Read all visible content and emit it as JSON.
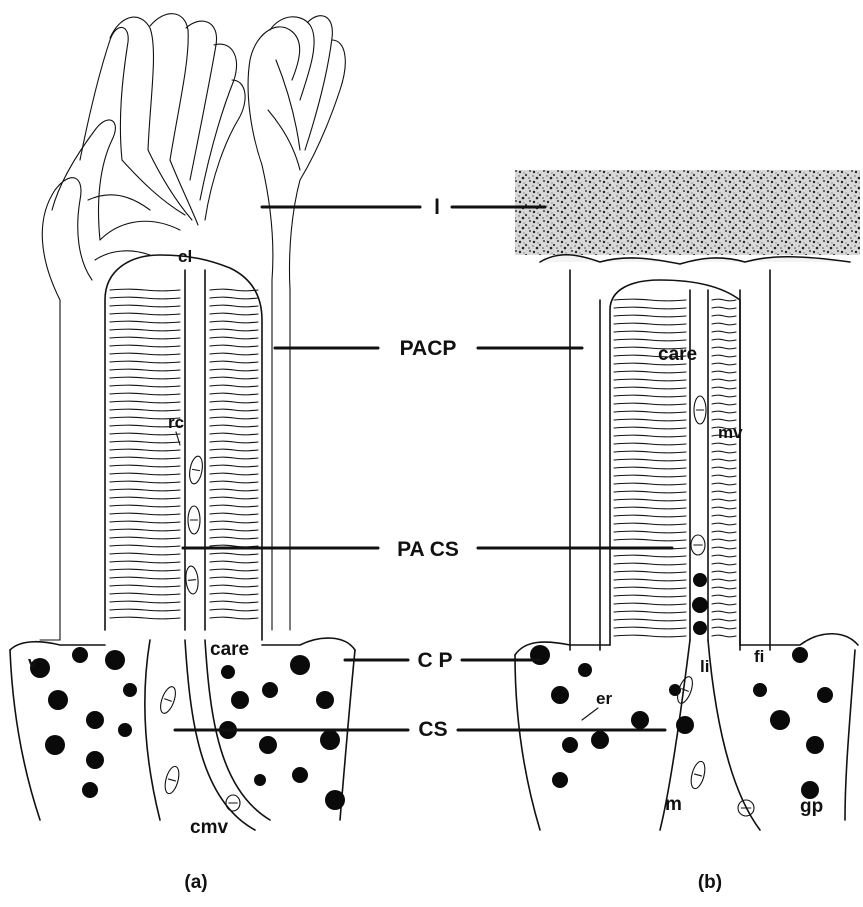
{
  "figure": {
    "center_labels": {
      "l": "l",
      "pacp": "PACP",
      "pacs": "PA CS",
      "cp": "C P",
      "cs": "CS"
    },
    "panel_a": {
      "caption": "(a)",
      "labels": {
        "cl": "cl",
        "rc": "rc",
        "care": "care",
        "v": "v",
        "cmv": "cmv"
      }
    },
    "panel_b": {
      "caption": "(b)",
      "labels": {
        "care": "care",
        "mv": "mv",
        "fi": "fi",
        "li": "li",
        "er": "er",
        "m": "m",
        "gp": "gp"
      }
    }
  }
}
